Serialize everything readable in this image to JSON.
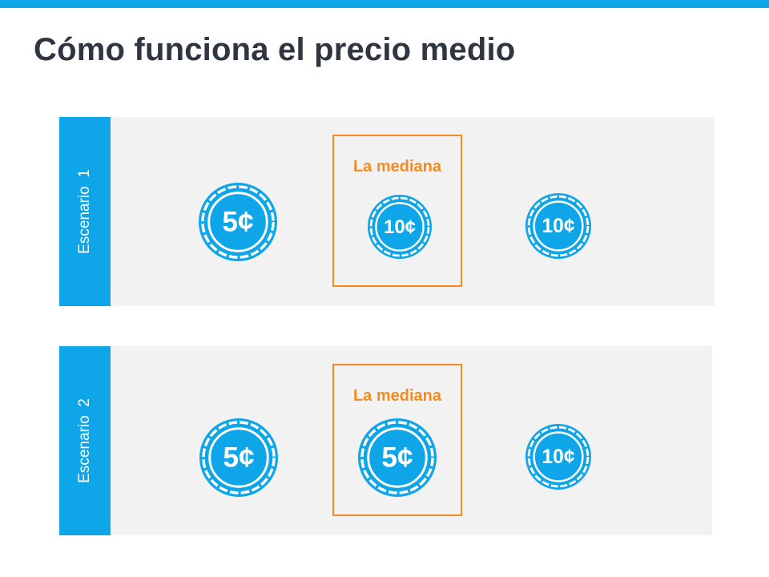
{
  "title": "Cómo funciona el precio medio",
  "colors": {
    "accent": "#0ea5e9",
    "median": "#f58a1f",
    "panel": "#f2f2f2",
    "title": "#2f3640"
  },
  "scenarios": [
    {
      "label": "Escenario  1",
      "median_label": "La mediana",
      "coins": [
        {
          "value": "5¢",
          "icon": "coin-icon"
        },
        {
          "value": "10¢",
          "icon": "coin-icon"
        },
        {
          "value": "10¢",
          "icon": "coin-icon"
        }
      ],
      "median_index": 1
    },
    {
      "label": "Escenario  2",
      "median_label": "La mediana",
      "coins": [
        {
          "value": "5¢",
          "icon": "coin-icon"
        },
        {
          "value": "5¢",
          "icon": "coin-icon"
        },
        {
          "value": "10¢",
          "icon": "coin-icon"
        }
      ],
      "median_index": 1
    }
  ]
}
